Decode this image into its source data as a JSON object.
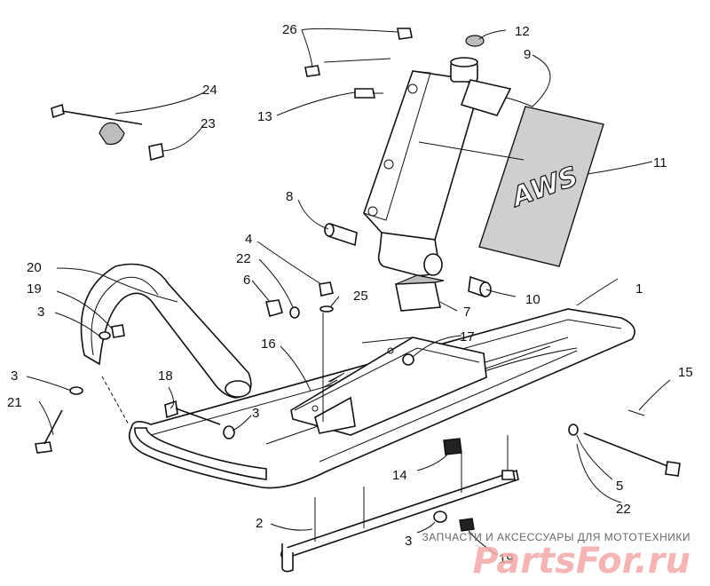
{
  "callouts": {
    "c1": "1",
    "c2": "2",
    "c3a": "3",
    "c3b": "3",
    "c3c": "3",
    "c3d": "3",
    "c4": "4",
    "c5": "5",
    "c6": "6",
    "c7": "7",
    "c8": "8",
    "c9": "9",
    "c10": "10",
    "c11": "11",
    "c12": "12",
    "c13": "13",
    "c14": "14",
    "c15": "15",
    "c16": "16",
    "c17": "17",
    "c18": "18",
    "c19a": "19",
    "c19b": "19",
    "c20": "20",
    "c21": "21",
    "c22a": "22",
    "c22b": "22",
    "c23": "23",
    "c24": "24",
    "c25": "25",
    "c26": "26"
  },
  "decal_text": "AWS",
  "watermark": {
    "caption": "ЗАПЧАСТИ И АКСЕССУАРЫ ДЛЯ МОТОТЕХНИКИ",
    "brand": "PartsFor.ru"
  }
}
